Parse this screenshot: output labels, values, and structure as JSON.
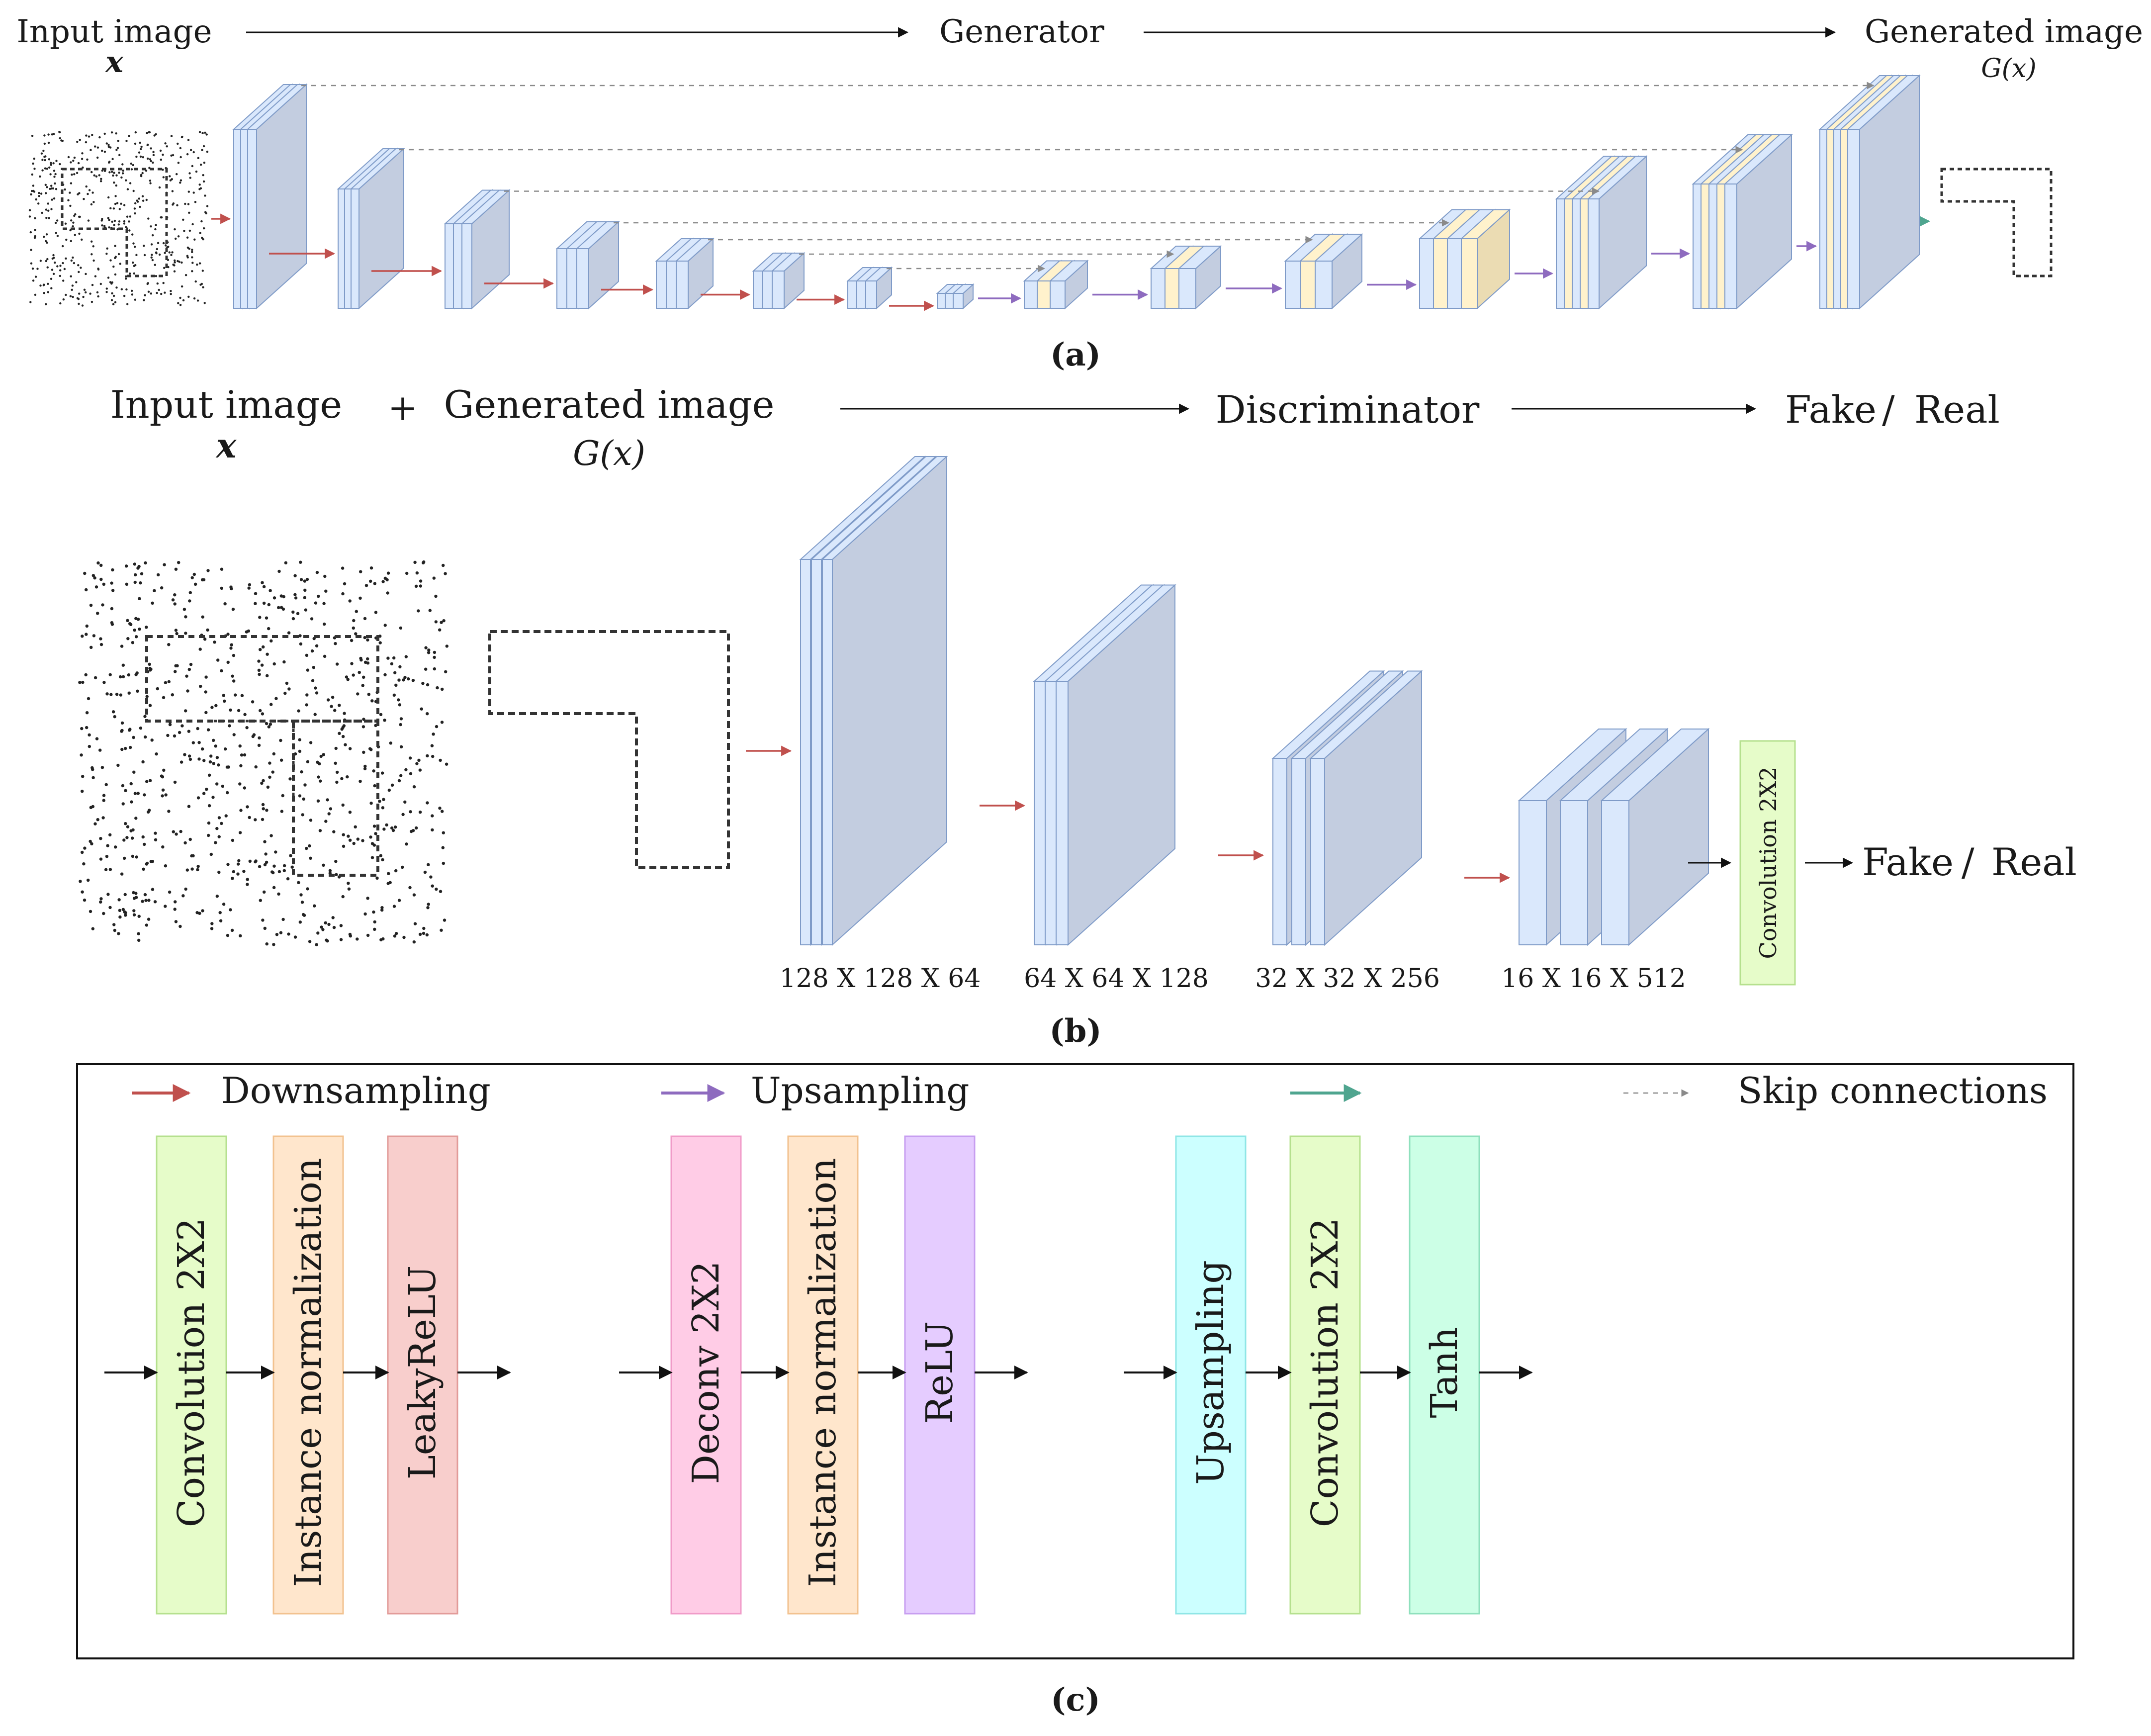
{
  "panel_a": {
    "input_label": "Input image",
    "input_var": "x",
    "generator_label": "Generator",
    "output_label": "Generated image",
    "output_var": "G(x)",
    "caption": "(a)"
  },
  "panel_b": {
    "input_label": "Input image",
    "input_var": "x",
    "plus": "+",
    "generated_label": "Generated image",
    "generated_var": "G(x)",
    "discriminator_label": "Discriminator",
    "fake": "Fake",
    "slash": "/",
    "real": "Real",
    "final_block_label": "Convolution 2X2",
    "block_dims": [
      "128 X 128 X 64",
      "64 X 64 X 128",
      "32 X 32 X 256",
      "16 X 16 X 512"
    ],
    "caption": "(b)"
  },
  "panel_c": {
    "legend": {
      "downsampling": "Downsampling",
      "upsampling": "Upsampling",
      "skip": "Skip connections"
    },
    "down_blocks": [
      "Convolution 2X2",
      "Instance normalization",
      "LeakyReLU"
    ],
    "up_blocks": [
      "Deconv 2X2",
      "Instance normalization",
      "ReLU"
    ],
    "out_blocks": [
      "Upsampling",
      "Convolution 2X2",
      "Tanh"
    ],
    "caption": "(c)"
  },
  "colors": {
    "down_arrow": "#c0504d",
    "up_arrow": "#8e6bbf",
    "out_arrow": "#4fa58f",
    "skip_arrow": "#8a8a8a",
    "fake": "#e8645a",
    "real": "#4e9e8c",
    "layer_fill": "#dae8fc",
    "layer_side": "#c3cde0",
    "layer_stroke": "#7f9bc8",
    "decoder_fill": "#fff2cc",
    "decoder_side": "#ebdcb3",
    "conv_block": "#e6fcc9",
    "instnorm_block": "#ffe6cc",
    "leaky_block": "#f8cecc",
    "deconv_block": "#ffcce6",
    "relu_block": "#e5ccff",
    "upsample_block": "#ccffff",
    "tanh_block": "#ccffe6"
  }
}
